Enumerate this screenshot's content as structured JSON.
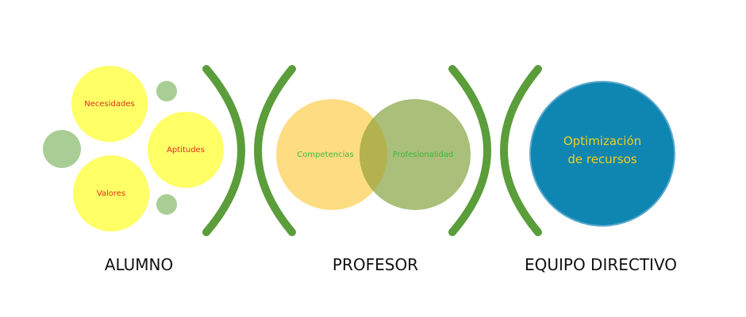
{
  "colors": {
    "yellow_circle": "#FFFF66",
    "small_green": "#A8CE96",
    "red_text": "#E0301E",
    "competencias_fill": "#FEDC82",
    "profesionalidad_fill": "#A9BF7A",
    "overlap_fill": "#B3B24F",
    "green_text": "#3FB83F",
    "bracket_green": "#5A9D3A",
    "directivo_fill": "#0E86B1",
    "directivo_ring": "#5FA9CF",
    "opt_text": "#F2CF1E"
  },
  "alumno": {
    "label": "ALUMNO",
    "items": {
      "necesidades": "Necesidades",
      "aptitudes": "Aptitudes",
      "valores": "Valores"
    }
  },
  "profesor": {
    "label": "PROFESOR",
    "competencias": "Competencias",
    "profesionalidad": "Profesionalidad"
  },
  "equipo": {
    "label": "EQUIPO DIRECTIVO",
    "line1": "Optimización",
    "line2": "de recursos"
  }
}
